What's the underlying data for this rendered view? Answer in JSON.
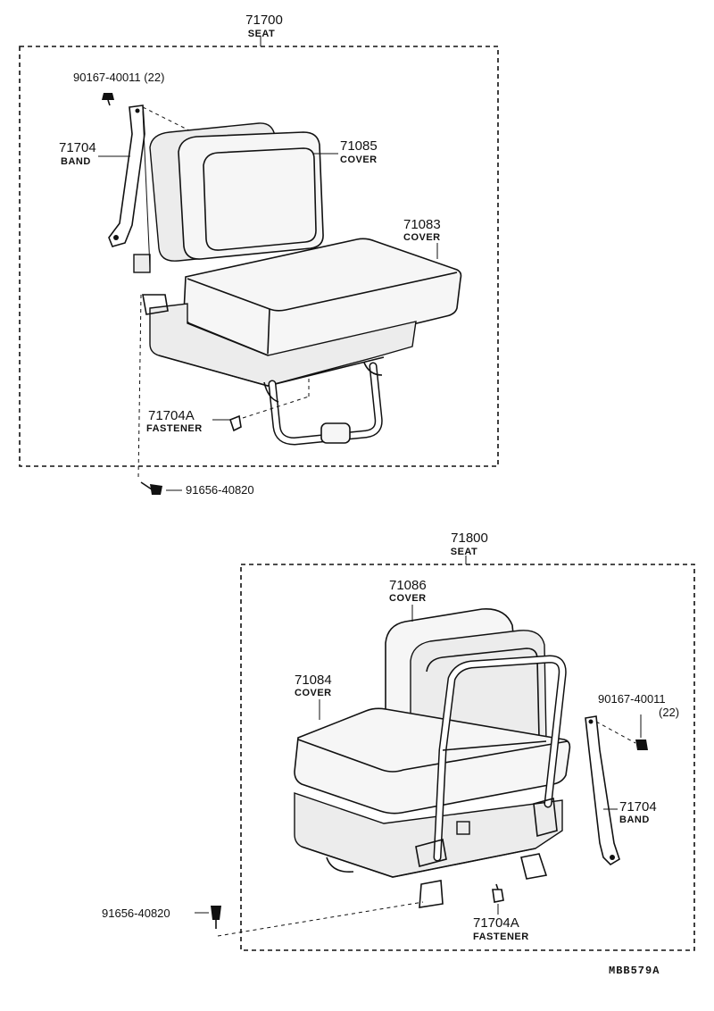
{
  "top_assembly": {
    "seat_number": "71700",
    "seat_name": "SEAT",
    "bolt_top": "90167-40011 (22)",
    "band_number": "71704",
    "band_name": "BAND",
    "back_cover_number": "71085",
    "back_cover_name": "COVER",
    "cushion_cover_number": "71083",
    "cushion_cover_name": "COVER",
    "fastener_number": "71704A",
    "fastener_name": "FASTENER",
    "bolt_bottom": "91656-40820"
  },
  "bottom_assembly": {
    "seat_number": "71800",
    "seat_name": "SEAT",
    "back_cover_number": "71086",
    "back_cover_name": "COVER",
    "cushion_cover_number": "71084",
    "cushion_cover_name": "COVER",
    "bolt_right_number": "90167-40011",
    "bolt_right_qty": "(22)",
    "band_number": "71704",
    "band_name": "BAND",
    "bolt_left": "91656-40820",
    "fastener_number": "71704A",
    "fastener_name": "FASTENER"
  },
  "drawing_code": "MBB579A"
}
